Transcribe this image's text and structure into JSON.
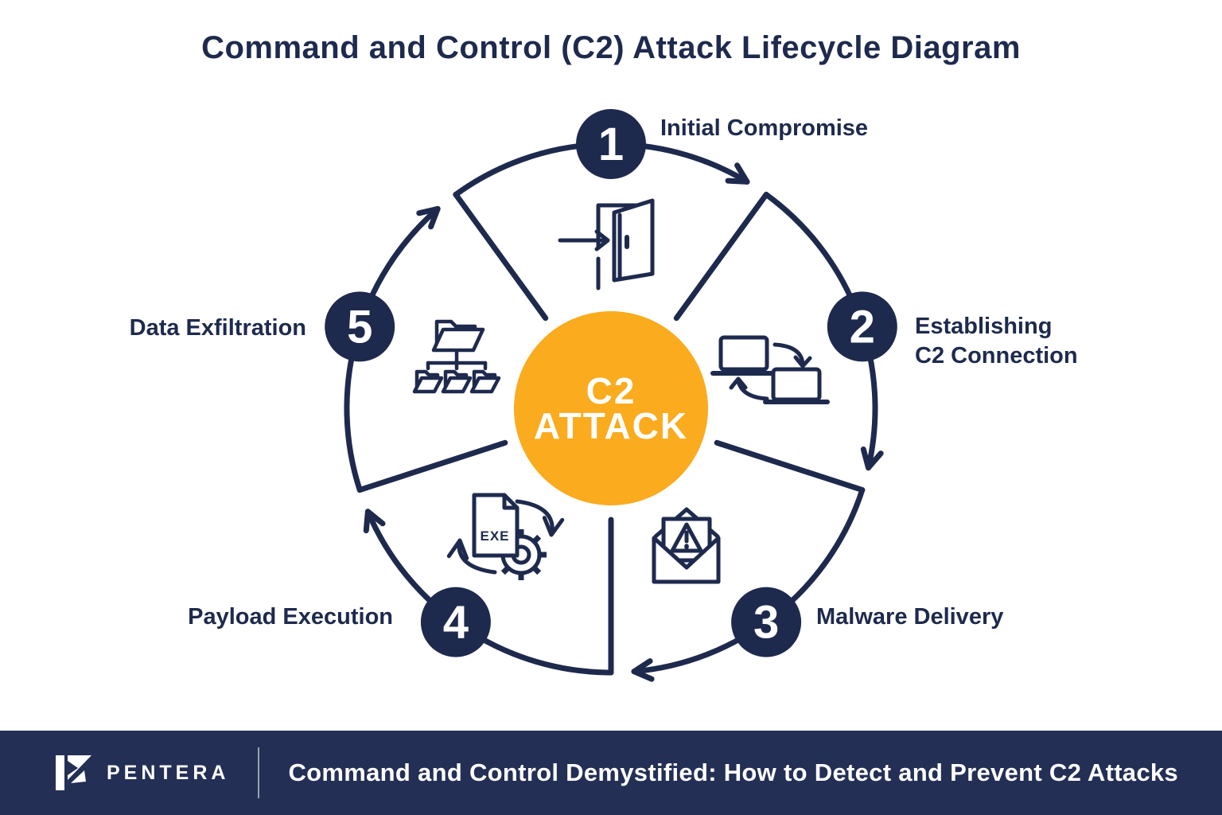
{
  "title": "Command and Control (C2) Attack Lifecycle Diagram",
  "center": {
    "line1": "C2",
    "line2": "ATTACK"
  },
  "stages": [
    {
      "number": "1",
      "lines": [
        "Initial Compromise"
      ],
      "icon": "open-door-icon"
    },
    {
      "number": "2",
      "lines": [
        "Establishing",
        "C2 Connection"
      ],
      "icon": "laptop-exchange-icon"
    },
    {
      "number": "3",
      "lines": [
        "Malware Delivery"
      ],
      "icon": "malware-email-icon"
    },
    {
      "number": "4",
      "lines": [
        "Payload Execution"
      ],
      "icon": "exe-gear-icon",
      "icon_label": "EXE"
    },
    {
      "number": "5",
      "lines": [
        "Data Exfiltration"
      ],
      "icon": "folder-tree-icon"
    }
  ],
  "footer": {
    "brand": "PENTERA",
    "headline": "Command and Control Demystified: How to Detect and Prevent C2 Attacks"
  },
  "colors": {
    "navy": "#1E2A4D",
    "orange": "#FAAB1E",
    "footer_bg": "#232F55",
    "background": "#FFFFFF"
  }
}
